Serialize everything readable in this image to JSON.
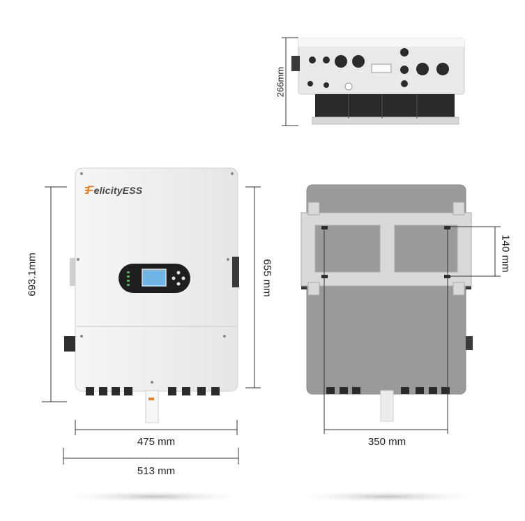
{
  "brand": {
    "logo_initial": "F",
    "name": "elicityESS"
  },
  "dimensions": {
    "top_depth": "266mm",
    "front_height_total": "693.1mm",
    "front_height_body": "655 mm",
    "front_width_body": "475 mm",
    "front_width_total": "513 mm",
    "back_mount_height": "140 mm",
    "back_mount_width": "350 mm"
  },
  "colors": {
    "accent": "#e8822a",
    "body": "#f2f2f2",
    "back": "#9a9a9a",
    "heatsink": "#2a2a2a",
    "display": "#6fb6e6"
  }
}
